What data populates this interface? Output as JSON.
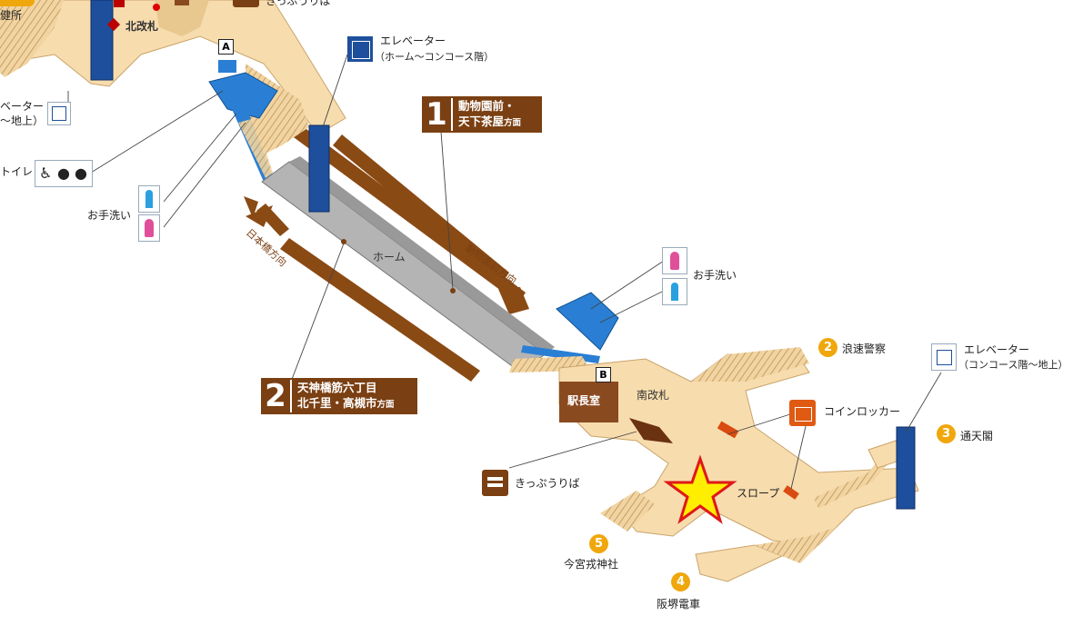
{
  "labels": {
    "north_gate": "北改札",
    "south_gate": "南改札",
    "platform": "ホーム",
    "station_master": "駅長室",
    "slope": "スロープ",
    "elevator": "エレベーター",
    "elevator_top_range": "（ホーム～コンコース階）",
    "elevator_right_range": "（コンコース階～地上）",
    "elevator_left_partial": "ベーター",
    "elevator_left_range_partial": "～地上）",
    "toilet_left_partial": "トイレ",
    "washroom": "お手洗い",
    "ticket_office": "きっぷうりば",
    "ticket_office_top_partial": "きっぷうりば",
    "coin_locker": "コインロッカー",
    "top_left_partial": "健所",
    "entrance_a": "A",
    "entrance_b": "B"
  },
  "directions": {
    "zoo_direction": "動物園前方向",
    "nihonbashi_direction": "日本橋方向",
    "plate1": {
      "number": "1",
      "line1": "動物園前・",
      "line2_main": "天下茶屋",
      "line2_suffix": "方面"
    },
    "plate2": {
      "number": "2",
      "line1": "天神橋筋六丁目",
      "line2_main": "北千里・高槻市",
      "line2_suffix": "方面"
    }
  },
  "exits": [
    {
      "number": "2",
      "name": "浪速警察"
    },
    {
      "number": "3",
      "name": "通天閣"
    },
    {
      "number": "4",
      "name": "阪堺電車"
    },
    {
      "number": "5",
      "name": "今宮戎神社"
    }
  ],
  "icons": {
    "current_location": "star-icon",
    "elevator": "elevator-icon",
    "male_toilet": "male-toilet-icon",
    "female_toilet": "female-toilet-icon",
    "accessible_toilet": "wheelchair-icon",
    "ticket": "ticket-machine-icon",
    "locker": "coin-locker-icon"
  },
  "colors": {
    "concourse": "#f7dcae",
    "platform": "#b4b4b4",
    "escalator": "#2a7fd4",
    "elevator_shaft": "#1d4f9c",
    "brown": "#7a3f12",
    "exit_badge": "#f0a70c",
    "star": "#ffee00",
    "star_outline": "#e01818"
  }
}
